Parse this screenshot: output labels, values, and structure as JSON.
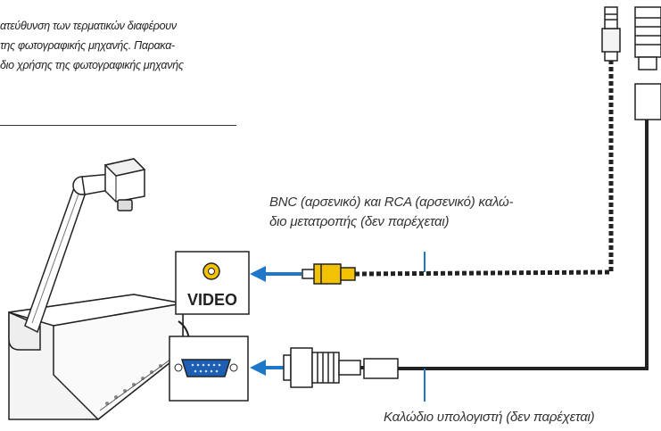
{
  "intro_lines": [
    "ατεύθυνση των τερματικών διαφέρουν",
    "της φωτογραφικής μηχανής. Παρακα-",
    "διο χρήσης της φωτογραφικής μηχανής"
  ],
  "bnc_label_lines": [
    "BNC (αρσενικό) και RCA (αρσενικό) καλώ-",
    "διο μετατροπής (δεν παρέχεται)"
  ],
  "computer_cable_label": "Καλώδιο υπολογιστή (δεν παρέχεται)",
  "video_port_label": "VIDEO",
  "colors": {
    "rca_yellow": "#f2c200",
    "vga_blue": "#1d5fb5",
    "arrow_blue": "#1f77c9",
    "cable": "#222222"
  }
}
